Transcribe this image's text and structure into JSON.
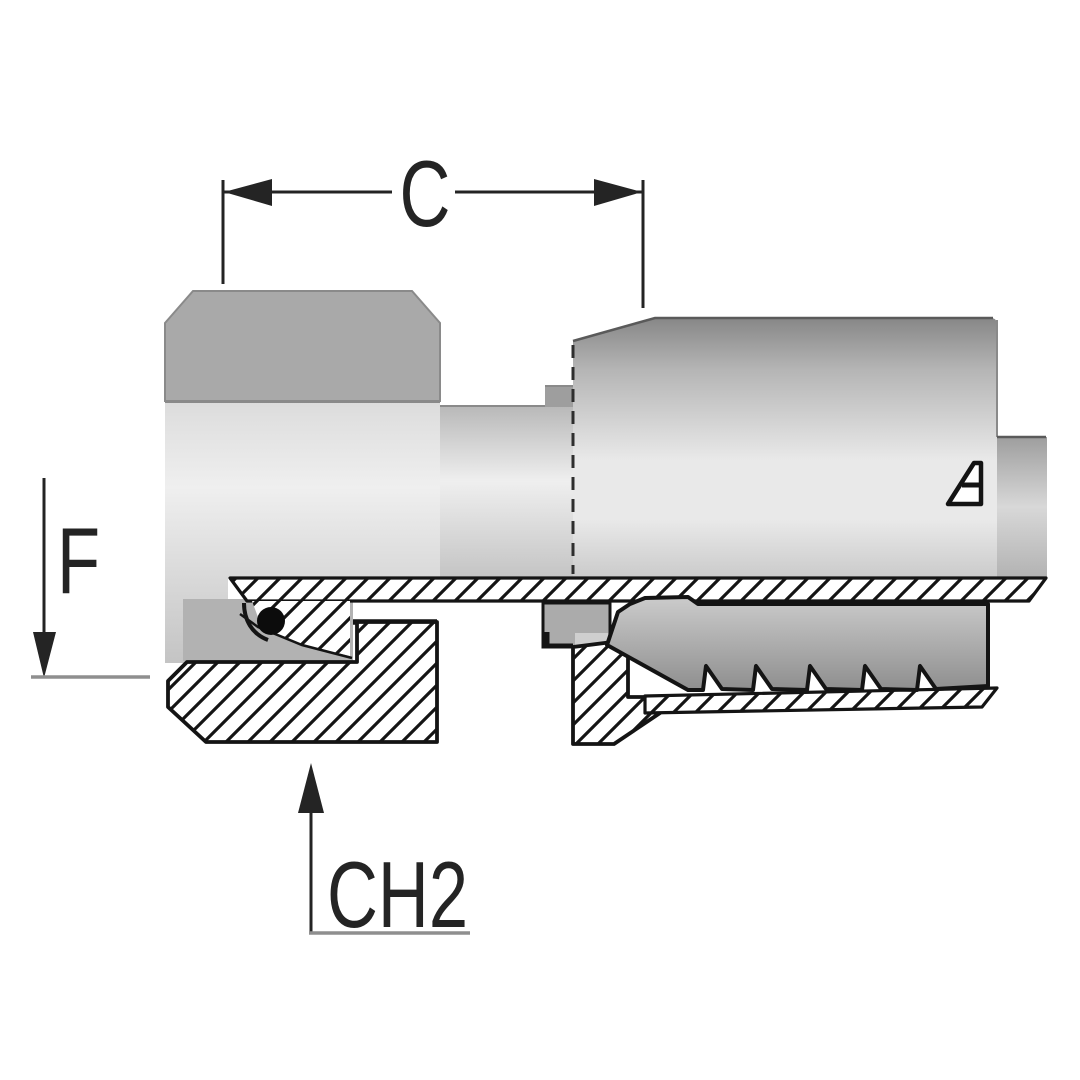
{
  "drawing": {
    "description": "Cross-section technical drawing of a straight female swivel hydraulic hose crimp fitting: hex nut on the left, crimp ferrule on the right, lower half shown in section with hatching, o-ring seal and serrated hose stem",
    "view": "side elevation with half section"
  },
  "dimensions": {
    "c": {
      "label": "C"
    },
    "f": {
      "label": "F"
    },
    "ch2": {
      "label": "CH2"
    }
  },
  "logo": {
    "icon_name": "manufacturer-triangle-logo"
  },
  "colors": {
    "background": "#ffffff",
    "outline": "#141414",
    "dimension": "#242424",
    "reference_line": "#8f8f8f",
    "edge": "#8a8a8a",
    "ferrule_edge": "#5a5a5a",
    "metal_dark": "#a9a9a9",
    "metal_face_top": "#dcdcdc",
    "metal_face_mid": "#efefef",
    "metal_face_bottom": "#c4c4c4",
    "ferrule_top": "#878787",
    "ferrule_upper": "#b5b5b5",
    "ferrule_mid": "#e9e9e9",
    "ferrule_bottom": "#cbcbcb",
    "tail_top": "#9e9e9e",
    "tail_mid": "#d8d8d8",
    "tail_bottom": "#b3b3b3",
    "nipple_top": "#cccccc",
    "nipple_bottom": "#8d8d8d",
    "groove_body": "#b2b2b2",
    "boss": "#ababab",
    "boss_light": "#cfcfcf",
    "o_ring": "#0c0c0c"
  }
}
